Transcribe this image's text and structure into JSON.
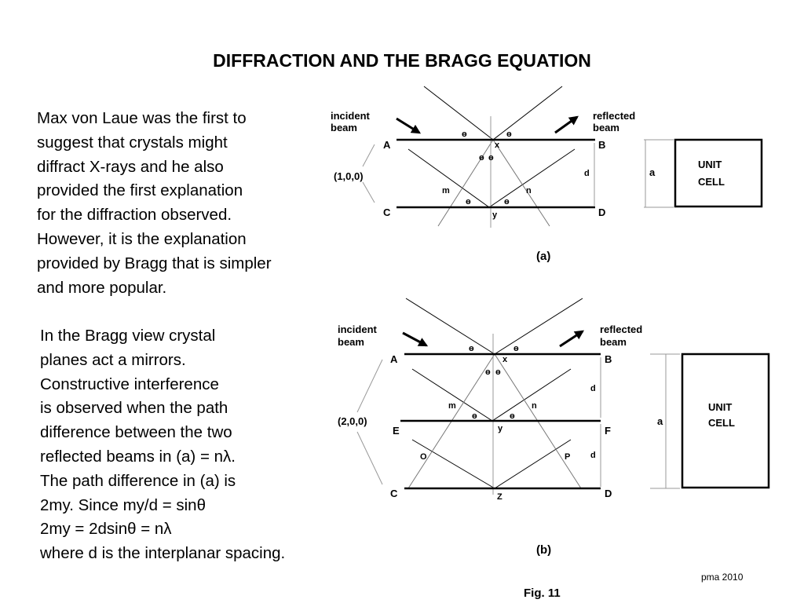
{
  "title": "DIFFRACTION AND THE BRAGG EQUATION",
  "paragraph1": [
    "Max von Laue was the first to",
    "suggest that crystals might",
    "diffract X-rays and he also",
    "provided the first explanation",
    "for the diffraction observed.",
    "However, it is the explanation",
    "provided by Bragg that is simpler",
    "and more popular."
  ],
  "paragraph2": [
    "In the Bragg view crystal",
    "planes act a mirrors.",
    "Constructive interference",
    "is observed when the path",
    "difference between the two",
    "reflected beams in (a) = nλ.",
    "The path difference in (a) is",
    "2my. Since my/d = sinθ",
    "2my = 2dsinθ = nλ",
    "where d is the interplanar spacing."
  ],
  "diagram_a": {
    "incident": [
      "incident",
      "beam"
    ],
    "reflected": [
      "reflected",
      "beam"
    ],
    "planes": "(1,0,0)",
    "points": {
      "A": "A",
      "B": "B",
      "C": "C",
      "D": "D",
      "x": "x",
      "y": "y",
      "m": "m",
      "n": "n"
    },
    "spacing": "d",
    "theta": "ɵ",
    "cell_side": "a",
    "cell": [
      "UNIT",
      "CELL"
    ],
    "caption": "(a)"
  },
  "diagram_b": {
    "incident": [
      "incident",
      "beam"
    ],
    "reflected": [
      "reflected",
      "beam"
    ],
    "planes": "(2,0,0)",
    "points": {
      "A": "A",
      "B": "B",
      "E": "E",
      "F": "F",
      "C": "C",
      "D": "D",
      "x": "x",
      "y": "y",
      "m": "m",
      "n": "n",
      "O": "O",
      "P": "P",
      "Z": "Z"
    },
    "spacing": "d",
    "theta": "ɵ",
    "cell_side": "a",
    "cell": [
      "UNIT",
      "CELL"
    ],
    "caption": "(b)"
  },
  "credit": "pma 2010",
  "figure_caption": "Fig. 11"
}
